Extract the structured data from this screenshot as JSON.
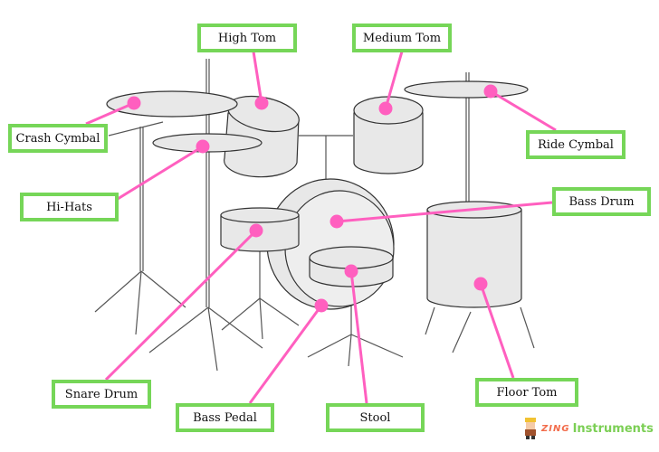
{
  "labels": {
    "high_tom": "High Tom",
    "medium_tom": "Medium Tom",
    "crash_cymbal": "Crash Cymbal",
    "ride_cymbal": "Ride Cymbal",
    "hi_hats": "Hi-Hats",
    "bass_drum": "Bass Drum",
    "snare_drum": "Snare Drum",
    "floor_tom": "Floor Tom",
    "bass_pedal": "Bass Pedal",
    "stool": "Stool"
  },
  "logo": {
    "brand": "ZING",
    "name": "Instruments"
  },
  "colors": {
    "label_border": "#76d658",
    "pointer": "#ff5fbf",
    "drum_fill": "#e8e8e8",
    "outline": "#333333"
  }
}
